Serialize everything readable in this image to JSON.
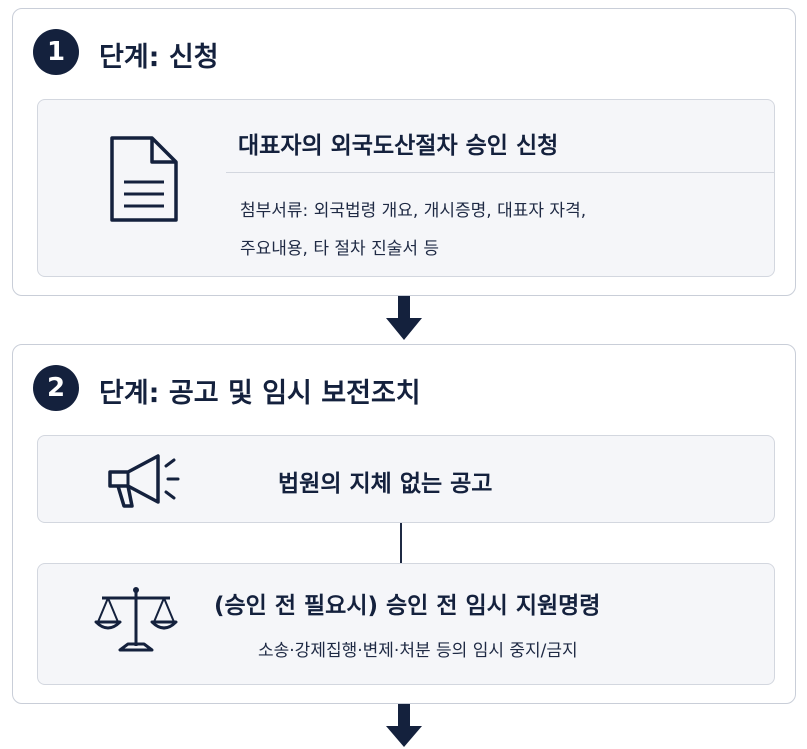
{
  "steps": [
    {
      "number": "1",
      "title": "단계: 신청",
      "card": {
        "icon": "document-icon",
        "title": "대표자의 외국도산절차 승인 신청",
        "details_line1": "첨부서류: 외국법령 개요, 개시증명, 대표자 자격,",
        "details_line2": "주요내용, 타 절차 진술서 등"
      }
    },
    {
      "number": "2",
      "title": "단계: 공고 및 임시 보전조치",
      "cards": [
        {
          "icon": "megaphone-icon",
          "title": "법원의 지체 없는 공고"
        },
        {
          "icon": "scales-icon",
          "title": "(승인 전 필요시) 승인 전 임시 지원명령",
          "details": "소송·강제집행·변제·처분 등의 임시 중지/금지"
        }
      ]
    }
  ],
  "colors": {
    "primary": "#14213d",
    "border": "#c9ced8",
    "card_bg": "#f5f6f9"
  }
}
